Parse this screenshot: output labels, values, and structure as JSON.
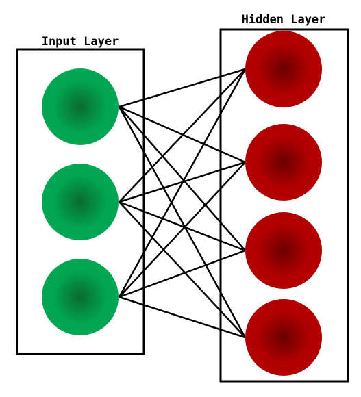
{
  "input_layer": {
    "title": "Input Layer",
    "node_count": 3,
    "color": "#00a651",
    "center_color": "#0a6b30"
  },
  "hidden_layer": {
    "title": "Hidden Layer",
    "node_count": 4,
    "color": "#b30000",
    "center_color": "#6b0000"
  },
  "connections": "fully-connected"
}
